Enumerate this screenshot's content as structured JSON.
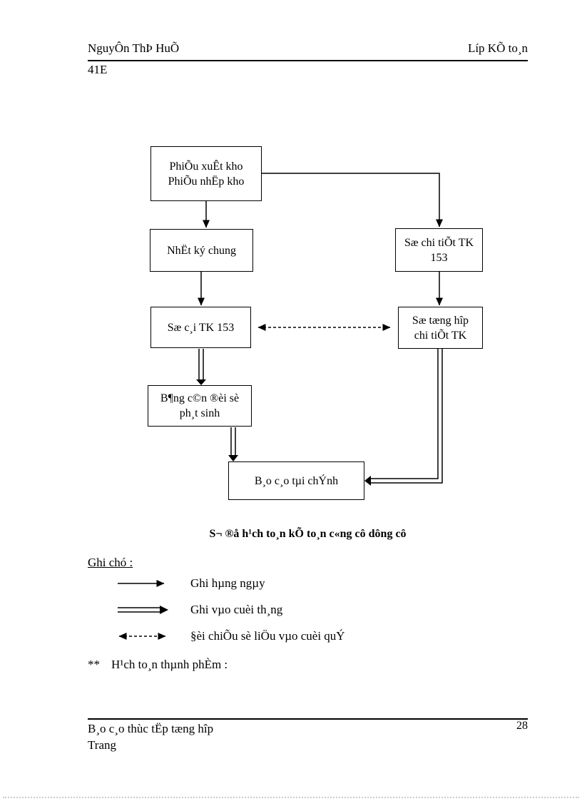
{
  "header": {
    "author": "NguyÔn ThÞ HuÕ",
    "class_right": "Líp KÕ to¸n",
    "class_code": "41E"
  },
  "diagram": {
    "boxes": [
      {
        "lines": [
          "PhiÕu xuÊt kho",
          "PhiÕu nhËp kho"
        ]
      },
      {
        "lines": [
          "NhËt ký chung"
        ]
      },
      {
        "lines": [
          "Sæ chi tiÕt TK",
          "153"
        ]
      },
      {
        "lines": [
          "Sæ c¸i TK 153"
        ]
      },
      {
        "lines": [
          "Sæ tæng hîp",
          "chi tiÕt TK"
        ]
      },
      {
        "lines": [
          "B¶ng c©n ®èi sè",
          "ph¸t sinh"
        ]
      },
      {
        "lines": [
          "B¸o c¸o tµi chÝnh"
        ]
      }
    ],
    "caption": "S¬ ®å h¹ch to¸n kÕ to¸n c«ng cô dông cô"
  },
  "legend": {
    "title": "Ghi chó :",
    "items": [
      {
        "arrow": "solid-single-arrow",
        "label": "Ghi hµng ngµy"
      },
      {
        "arrow": "solid-double-line-arrow",
        "label": "Ghi vµo cuèi th¸ng"
      },
      {
        "arrow": "dashed-double-headed-arrow",
        "label": "§èi chiÕu sè liÖu vµo cuèi quÝ"
      }
    ]
  },
  "note": {
    "marker": "**",
    "text": "H¹ch to¸n thµnh phÈm :"
  },
  "footer": {
    "report_title": "B¸o c¸o thùc tËp tæng hîp",
    "label": "Trang",
    "page_number": "28"
  },
  "colors": {
    "text": "#000000",
    "background": "#ffffff",
    "line": "#000000"
  }
}
